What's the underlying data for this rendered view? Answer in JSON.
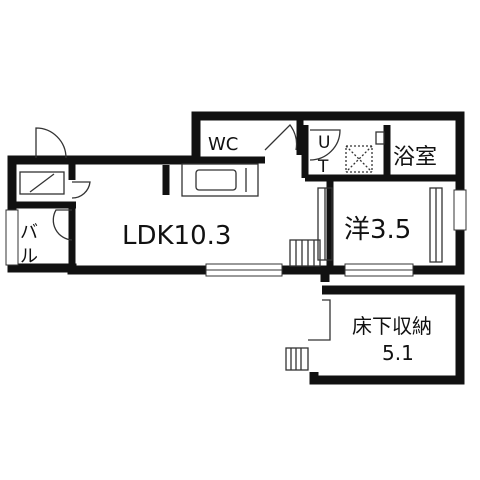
{
  "rooms": {
    "ldk": "LDK10.3",
    "western": "洋3.5",
    "bath": "浴室",
    "wc": "WC",
    "ut_u": "U",
    "ut_t": "T",
    "balcony_1": "バ",
    "balcony_2": "ル",
    "storage_1": "床下収納",
    "storage_2": "5.1"
  },
  "colors": {
    "wall": "#111111",
    "line": "#333333",
    "window": "#ffffff"
  }
}
